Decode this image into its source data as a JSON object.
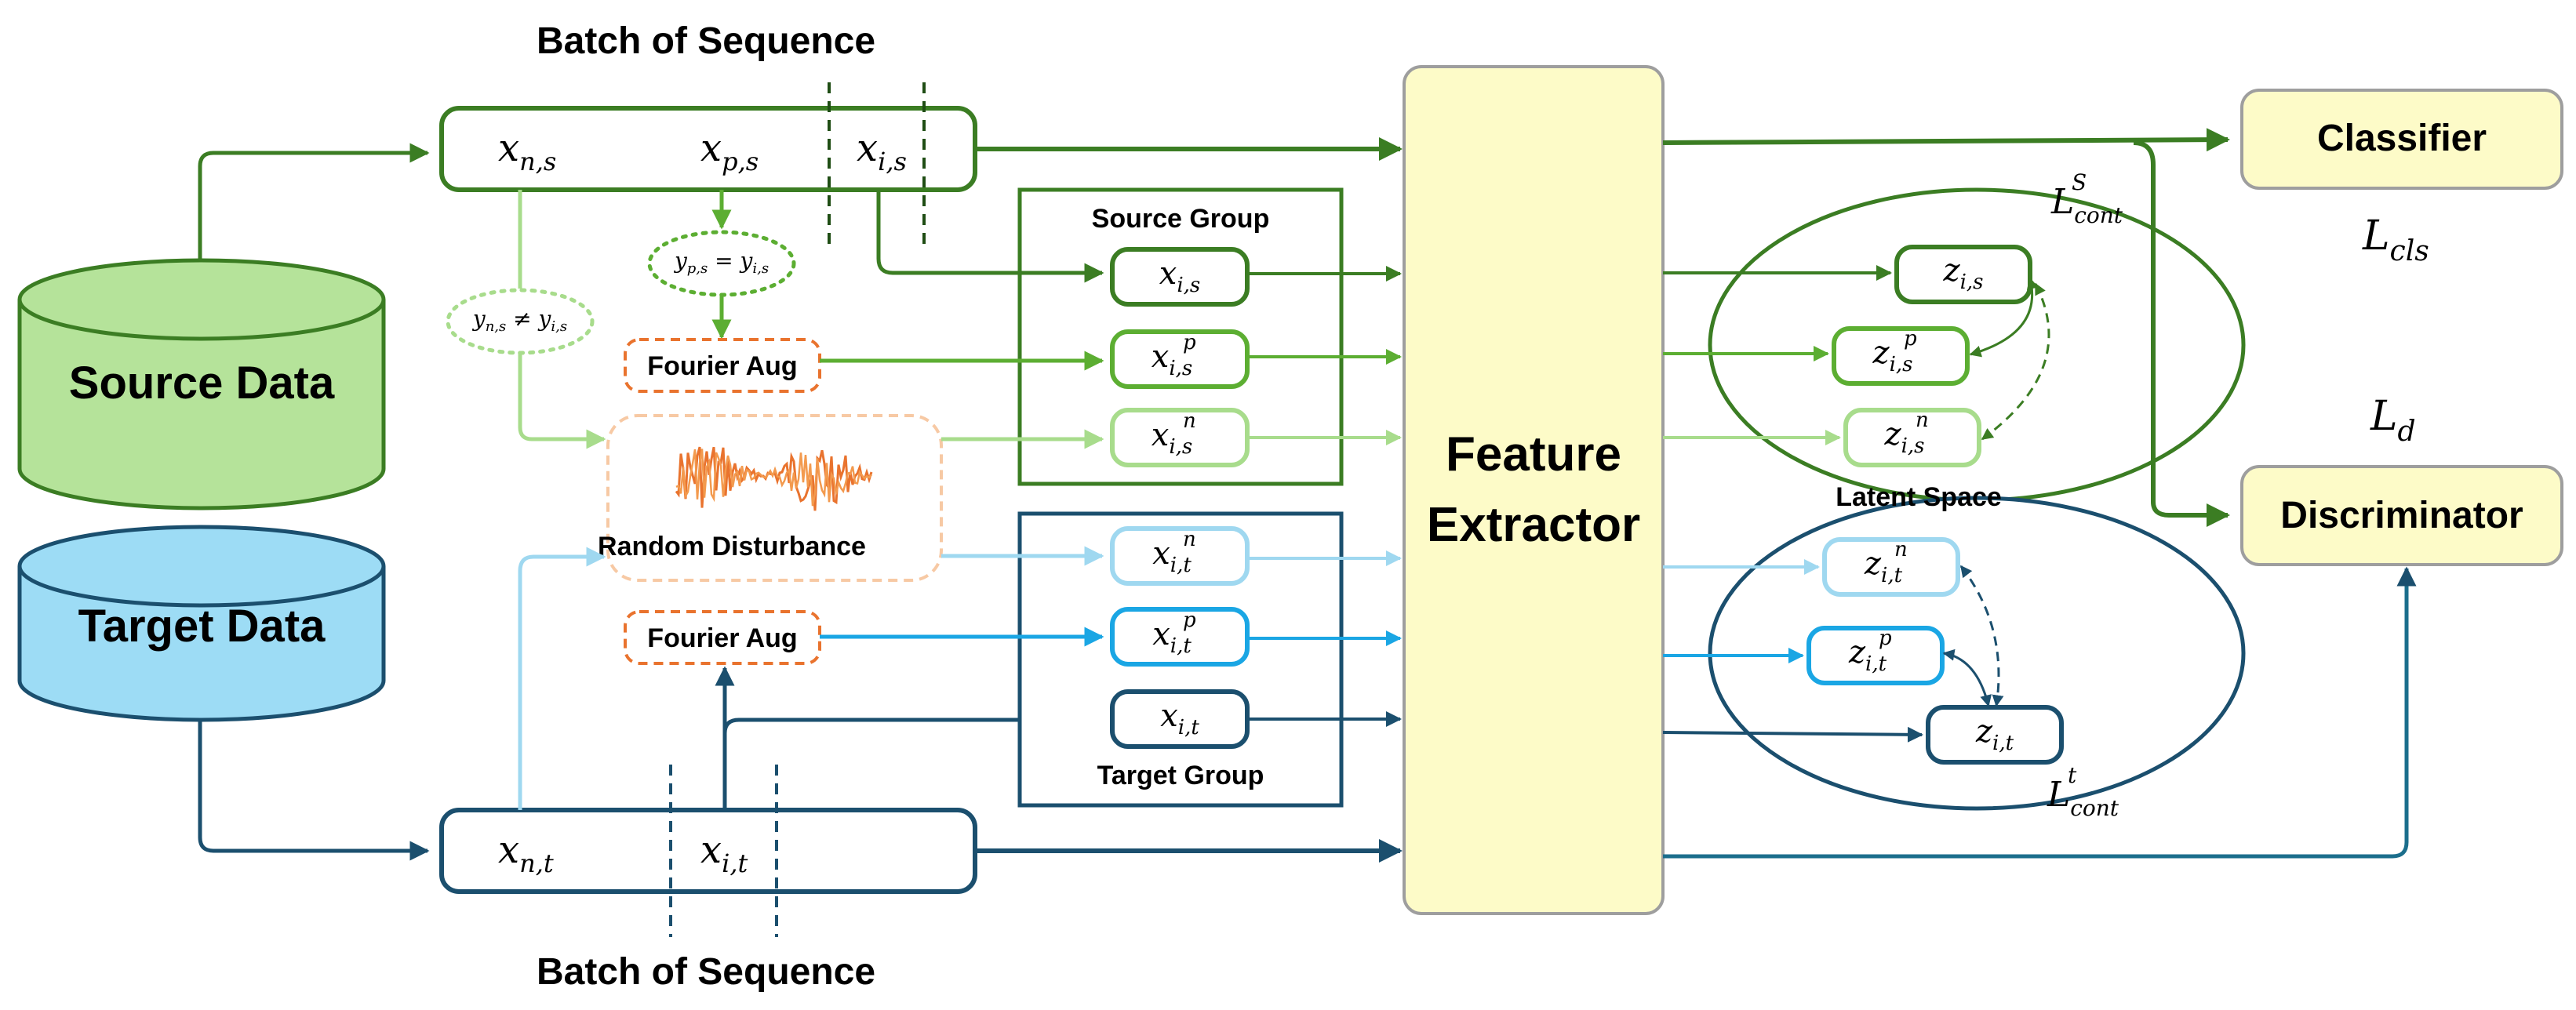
{
  "colors": {
    "source_dark": "#3b7d23",
    "source_mid": "#5cae32",
    "source_light": "#a8dc8c",
    "source_fill": "#b5e39a",
    "target_dark": "#1b4f6e",
    "target_mid": "#1aa6e4",
    "target_light": "#9fd8f0",
    "target_fill": "#9ddcf5",
    "aug_orange": "#e9732e",
    "aug_light": "#f7c9a4",
    "extractor_fill": "#fdfbc8",
    "extractor_stroke": "#9e9e9e",
    "head_fill": "#fdfbc8"
  },
  "titles": {
    "top_batch": "Batch of Sequence",
    "bottom_batch": "Batch of Sequence",
    "latent_space": "Latent Space"
  },
  "databases": {
    "source": "Source Data",
    "target": "Target Data"
  },
  "source_batch": {
    "x_n": "x",
    "x_n_sub": "n,s",
    "x_p": "x",
    "x_p_sub": "p,s",
    "x_i": "x",
    "x_i_sub": "i,s"
  },
  "target_batch": {
    "x_n": "x",
    "x_n_sub": "n,t",
    "x_i": "x",
    "x_i_sub": "i,t"
  },
  "conditions": {
    "positive": "y",
    "positive_sub1": "p,s",
    "positive_eq": " = y",
    "positive_sub2": "i,s",
    "negative": "y",
    "negative_sub1": "n,s",
    "negative_neq": " ≠ y",
    "negative_sub2": "i,s"
  },
  "augmentations": {
    "fourier_source": "Fourier Aug",
    "fourier_target": "Fourier Aug",
    "random": "Random Disturbance"
  },
  "source_group": {
    "label": "Source Group",
    "items": [
      {
        "base": "x",
        "sub": "i,s",
        "sup": ""
      },
      {
        "base": "x",
        "sub": "i,s",
        "sup": "p"
      },
      {
        "base": "x",
        "sub": "i,s",
        "sup": "n"
      }
    ]
  },
  "target_group": {
    "label": "Target Group",
    "items": [
      {
        "base": "x",
        "sub": "i,t",
        "sup": "n"
      },
      {
        "base": "x",
        "sub": "i,t",
        "sup": "p"
      },
      {
        "base": "x",
        "sub": "i,t",
        "sup": ""
      }
    ]
  },
  "extractor": {
    "line1": "Feature",
    "line2": "Extractor"
  },
  "latent_source": [
    {
      "base": "z",
      "sub": "i,s",
      "sup": ""
    },
    {
      "base": "z",
      "sub": "i,s",
      "sup": "p"
    },
    {
      "base": "z",
      "sub": "i,s",
      "sup": "n"
    }
  ],
  "latent_target": [
    {
      "base": "z",
      "sub": "i,t",
      "sup": "n"
    },
    {
      "base": "z",
      "sub": "i,t",
      "sup": "p"
    },
    {
      "base": "z",
      "sub": "i,t",
      "sup": ""
    }
  ],
  "losses": {
    "cont_source_base": "L",
    "cont_source_sub": "cont",
    "cont_source_sup": "S",
    "cont_target_base": "L",
    "cont_target_sub": "cont",
    "cont_target_sup": "t",
    "cls_base": "L",
    "cls_sub": "cls",
    "d_base": "L",
    "d_sub": "d"
  },
  "heads": {
    "classifier": "Classifier",
    "discriminator": "Discriminator"
  }
}
